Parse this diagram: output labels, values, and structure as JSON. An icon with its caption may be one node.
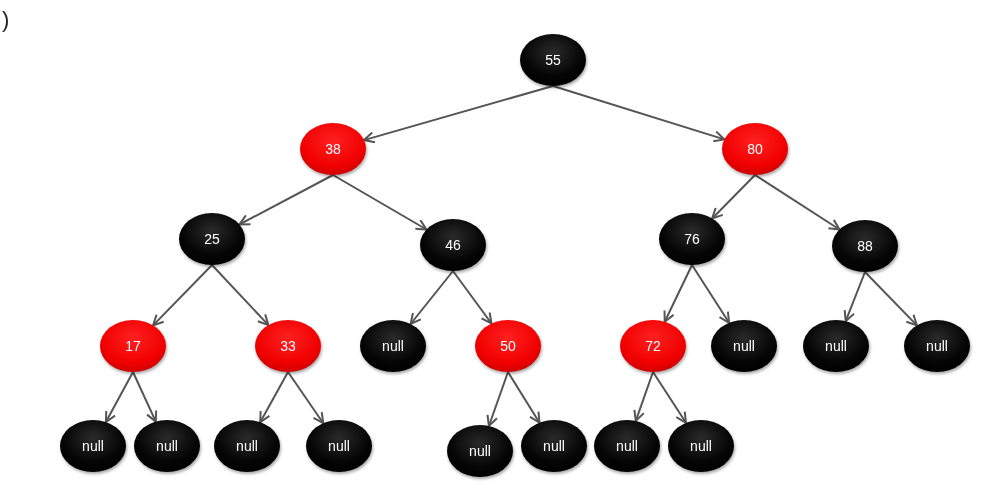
{
  "diagram": {
    "nodes": [
      {
        "text": [
          "55"
        ]
      },
      {
        "text": [
          "38"
        ]
      },
      {
        "text": [
          "80"
        ]
      },
      {
        "text": [
          "25"
        ]
      },
      {
        "text": [
          "46"
        ]
      },
      {
        "text": [
          "76"
        ]
      },
      {
        "text": [
          "88"
        ]
      },
      {
        "text": [
          "17"
        ]
      },
      {
        "text": [
          "33"
        ]
      },
      {
        "text": [
          "null"
        ]
      },
      {
        "text": [
          "50"
        ]
      },
      {
        "text": [
          "72"
        ]
      },
      {
        "text": [
          "null"
        ]
      },
      {
        "text": [
          "null"
        ]
      },
      {
        "text": [
          "null"
        ]
      },
      {
        "text": [
          "null"
        ]
      },
      {
        "text": [
          "null"
        ]
      },
      {
        "text": [
          "null"
        ]
      },
      {
        "text": [
          "null"
        ]
      },
      {
        "text": [
          "null"
        ]
      },
      {
        "text": [
          "null"
        ]
      },
      {
        "text": [
          "null"
        ]
      },
      {
        "text": [
          "null"
        ]
      }
    ],
    "edges": [
      {
        "from": 0,
        "to": 1,
        "arrow": "to"
      },
      {
        "from": 0,
        "to": 2,
        "arrow": "to"
      },
      {
        "from": 1,
        "to": 3,
        "arrow": "to"
      },
      {
        "from": 1,
        "to": 4,
        "arrow": "to"
      },
      {
        "from": 2,
        "to": 5,
        "arrow": "to"
      },
      {
        "from": 2,
        "to": 6,
        "arrow": "to"
      },
      {
        "from": 3,
        "to": 7,
        "arrow": "to"
      },
      {
        "from": 3,
        "to": 8,
        "arrow": "to"
      },
      {
        "from": 4,
        "to": 9,
        "arrow": "to"
      },
      {
        "from": 4,
        "to": 10,
        "arrow": "to"
      },
      {
        "from": 5,
        "to": 11,
        "arrow": "to"
      },
      {
        "from": 5,
        "to": 12,
        "arrow": "to"
      },
      {
        "from": 6,
        "to": 13,
        "arrow": "to"
      },
      {
        "from": 6,
        "to": 14,
        "arrow": "to"
      },
      {
        "from": 7,
        "to": 15,
        "arrow": "to"
      },
      {
        "from": 7,
        "to": 16,
        "arrow": "to"
      },
      {
        "from": 8,
        "to": 17,
        "arrow": "to"
      },
      {
        "from": 8,
        "to": 18,
        "arrow": "to"
      },
      {
        "from": 10,
        "to": 19,
        "arrow": "to"
      },
      {
        "from": 10,
        "to": 20,
        "arrow": "to"
      },
      {
        "from": 11,
        "to": 21,
        "arrow": "to"
      },
      {
        "from": 11,
        "to": 22,
        "arrow": "to"
      }
    ],
    "labels": [
      ")"
    ]
  }
}
